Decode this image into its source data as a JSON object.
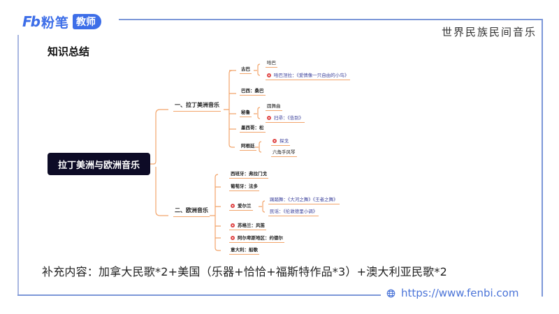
{
  "header": {
    "logo_mark": "Fb",
    "logo_text": "粉笔",
    "logo_badge": "教师",
    "subject": "世界民族民间音乐",
    "section_title": "知识总结"
  },
  "mindmap": {
    "root": "拉丁美洲与欧洲音乐",
    "branches": [
      {
        "label": "一、拉丁美洲音乐",
        "children": [
          {
            "label": "古巴",
            "children": [
              {
                "label": "哈巴",
                "marked": false
              },
              {
                "label": "哈巴涅拉：《爱情像一只自由的小鸟》",
                "marked": true
              }
            ]
          },
          {
            "label": "巴西：桑巴"
          },
          {
            "label": "秘鲁",
            "children": [
              {
                "label": "圆舞曲",
                "marked": false
              },
              {
                "label": "扫帚：《告别》",
                "marked": true
              }
            ]
          },
          {
            "label": "墨西哥：松"
          },
          {
            "label": "阿根廷",
            "children": [
              {
                "label": "探戈",
                "marked": true
              },
              {
                "label": "六角手风琴",
                "marked": false
              }
            ]
          }
        ]
      },
      {
        "label": "二、欧洲音乐",
        "children": [
          {
            "label": "西班牙：弗拉门戈"
          },
          {
            "label": "葡萄牙：法多"
          },
          {
            "label": "爱尔兰",
            "marked": true,
            "children": [
              {
                "label": "踢踏舞：《大河之舞》《王者之舞》",
                "marked": false
              },
              {
                "label": "民谣：《伦敦德里小调》",
                "marked": false
              }
            ]
          },
          {
            "label": "苏格兰：风笛",
            "marked": true
          },
          {
            "label": "阿尔卑斯地区：约德尔",
            "marked": true
          },
          {
            "label": "意大利：船歌"
          }
        ]
      }
    ]
  },
  "footer": {
    "supplement": "补充内容：加拿大民歌*2+美国（乐器+恰恰+福斯特作品*3）+澳大利亚民歌*2",
    "url": "https://www.fenbi.com"
  },
  "colors": {
    "brand_blue": "#3d6ee8",
    "frame_line": "#7c97d8",
    "root_bg": "#0d0b26",
    "connector": "#f2a46a",
    "marker_red": "#e04848",
    "link_text": "#4b74d8"
  }
}
